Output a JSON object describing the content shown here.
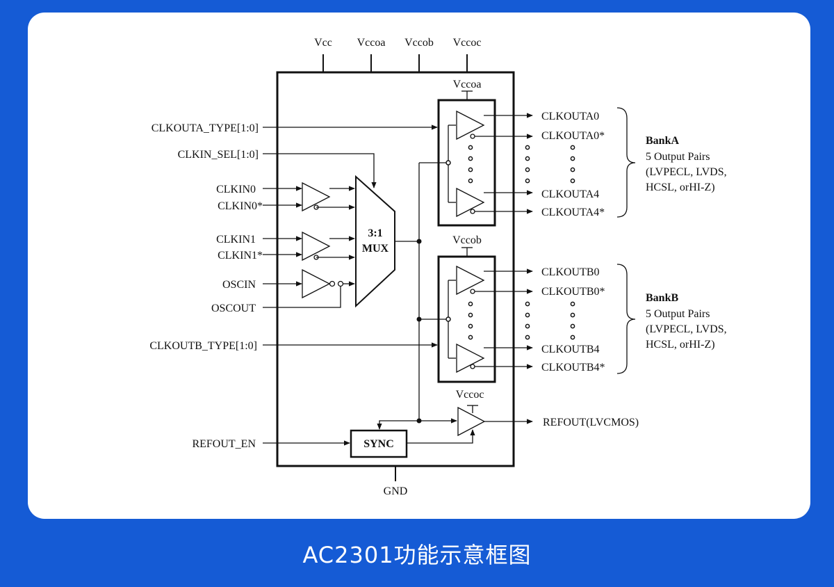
{
  "diagram": {
    "supply_pins": [
      "Vcc",
      "Vccoa",
      "Vccob",
      "Vccoc"
    ],
    "bank_a": {
      "supply": "Vccoa",
      "outputs": [
        "CLKOUTA0",
        "CLKOUTA0*",
        "CLKOUTA4",
        "CLKOUTA4*"
      ],
      "name": "BankA",
      "desc": [
        "5 Output Pairs",
        "(LVPECL, LVDS,",
        "HCSL, orHI-Z)"
      ]
    },
    "bank_b": {
      "supply": "Vccob",
      "outputs": [
        "CLKOUTB0",
        "CLKOUTB0*",
        "CLKOUTB4",
        "CLKOUTB4*"
      ],
      "name": "BankB",
      "desc": [
        "5 Output Pairs",
        "(LVPECL, LVDS,",
        "HCSL, orHI-Z)"
      ]
    },
    "inputs": {
      "clkouta_type": "CLKOUTA_TYPE[1:0]",
      "clkin_sel": "CLKIN_SEL[1:0]",
      "clkin0": "CLKIN0",
      "clkin0_n": "CLKIN0*",
      "clkin1": "CLKIN1",
      "clkin1_n": "CLKIN1*",
      "oscin": "OSCIN",
      "oscout": "OSCOUT",
      "clkoutb_type": "CLKOUTB_TYPE[1:0]",
      "refout_en": "REFOUT_EN"
    },
    "mux_label": [
      "3:1",
      "MUX"
    ],
    "ref_supply": "Vccoc",
    "sync_label": "SYNC",
    "refout": "REFOUT(LVCMOS)",
    "gnd": "GND"
  },
  "caption": "AC2301功能示意框图",
  "colors": {
    "frame_blue": "#155bd5",
    "card": "#ffffff",
    "ink": "#111111"
  }
}
